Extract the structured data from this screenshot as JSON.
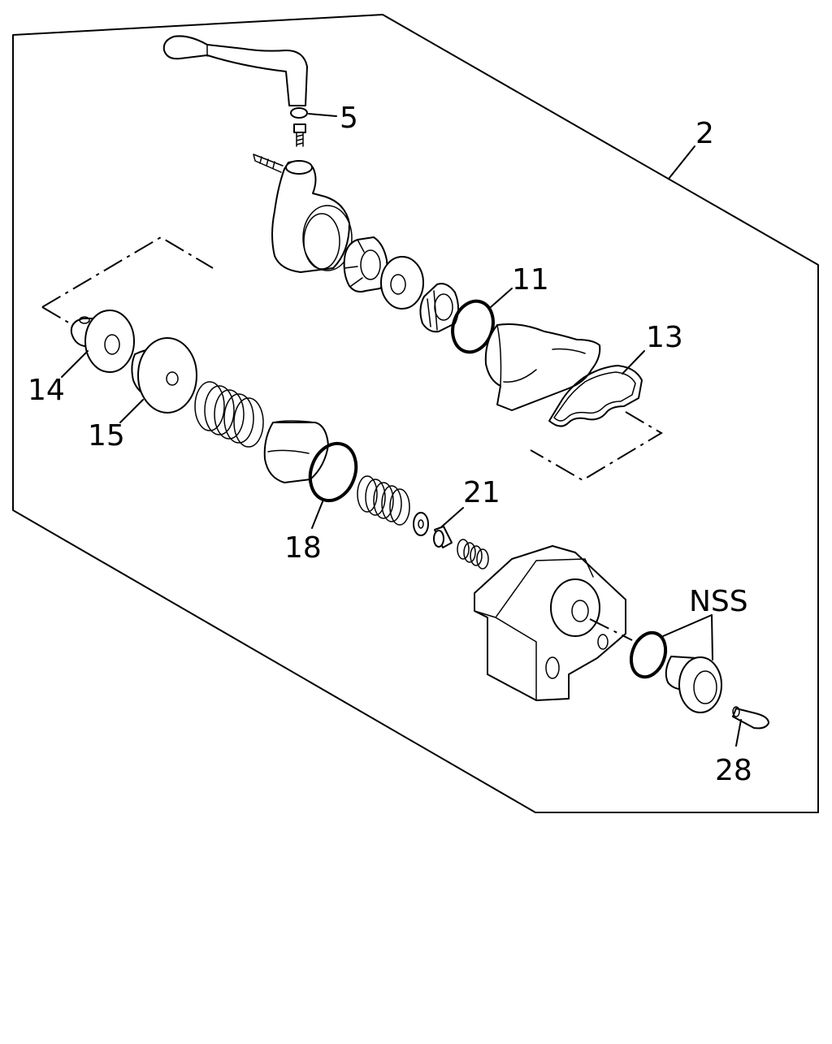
{
  "callouts": {
    "c2": "2",
    "c5": "5",
    "c11": "11",
    "c13": "13",
    "c14": "14",
    "c15": "15",
    "c18": "18",
    "c21": "21",
    "c28": "28",
    "cnss": "NSS"
  }
}
